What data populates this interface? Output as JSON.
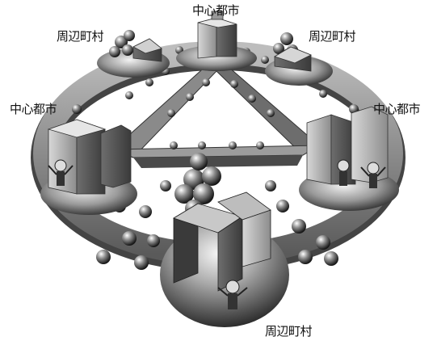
{
  "labels": {
    "center_top": "中心都市",
    "peripheral_top_left": "周辺町村",
    "peripheral_top_right": "周辺町村",
    "center_left": "中心都市",
    "center_right": "中心都市",
    "peripheral_bottom": "周辺町村"
  }
}
